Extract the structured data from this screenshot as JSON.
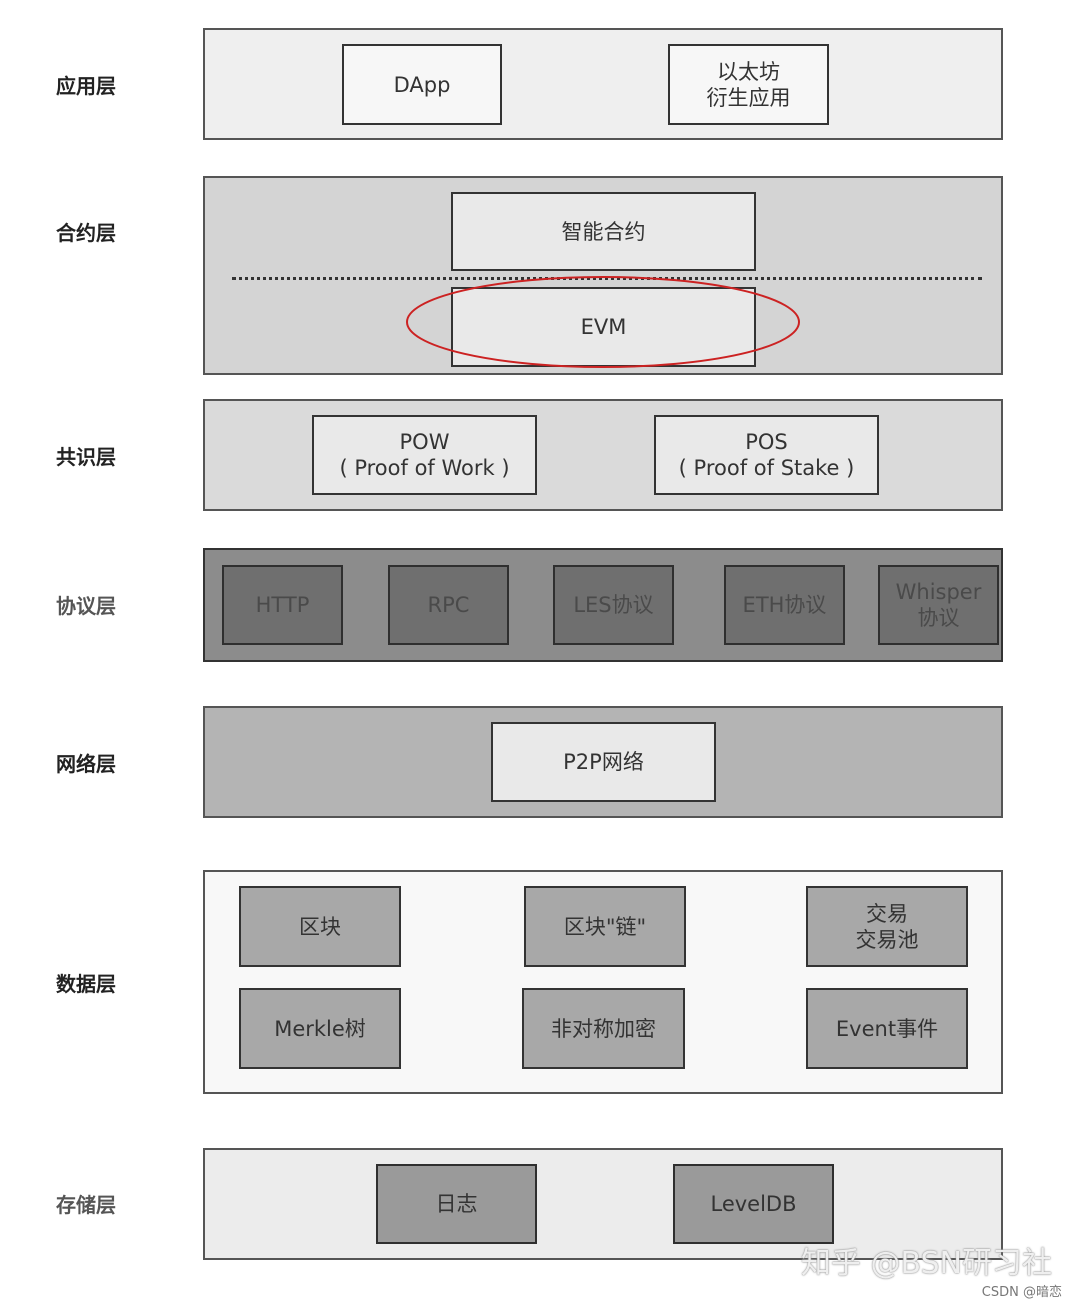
{
  "layers": {
    "application": {
      "label": "应用层",
      "boxes": [
        "DApp",
        "以太坊",
        "衍生应用"
      ]
    },
    "contract": {
      "label": "合约层",
      "smart_contract": "智能合约",
      "evm": "EVM"
    },
    "consensus": {
      "label": "共识层",
      "pow": [
        "POW",
        "( Proof of Work )"
      ],
      "pos": [
        "POS",
        "( Proof of Stake )"
      ]
    },
    "protocol": {
      "label": "协议层",
      "http": "HTTP",
      "rpc": "RPC",
      "les": "LES协议",
      "eth": "ETH协议",
      "whisper": [
        "Whisper",
        "协议"
      ]
    },
    "network": {
      "label": "网络层",
      "p2p": "P2P网络"
    },
    "data": {
      "label": "数据层",
      "block": "区块",
      "chain": "区块\"链\"",
      "tx": [
        "交易",
        "交易池"
      ],
      "merkle": "Merkle树",
      "crypto": "非对称加密",
      "event": "Event事件"
    },
    "storage": {
      "label": "存储层",
      "log": "日志",
      "leveldb": "LevelDB"
    }
  },
  "watermark": {
    "main": "知乎 @BSN研习社",
    "sub": "CSDN @暗恋"
  },
  "colors": {
    "highlight": "#cc2222"
  }
}
